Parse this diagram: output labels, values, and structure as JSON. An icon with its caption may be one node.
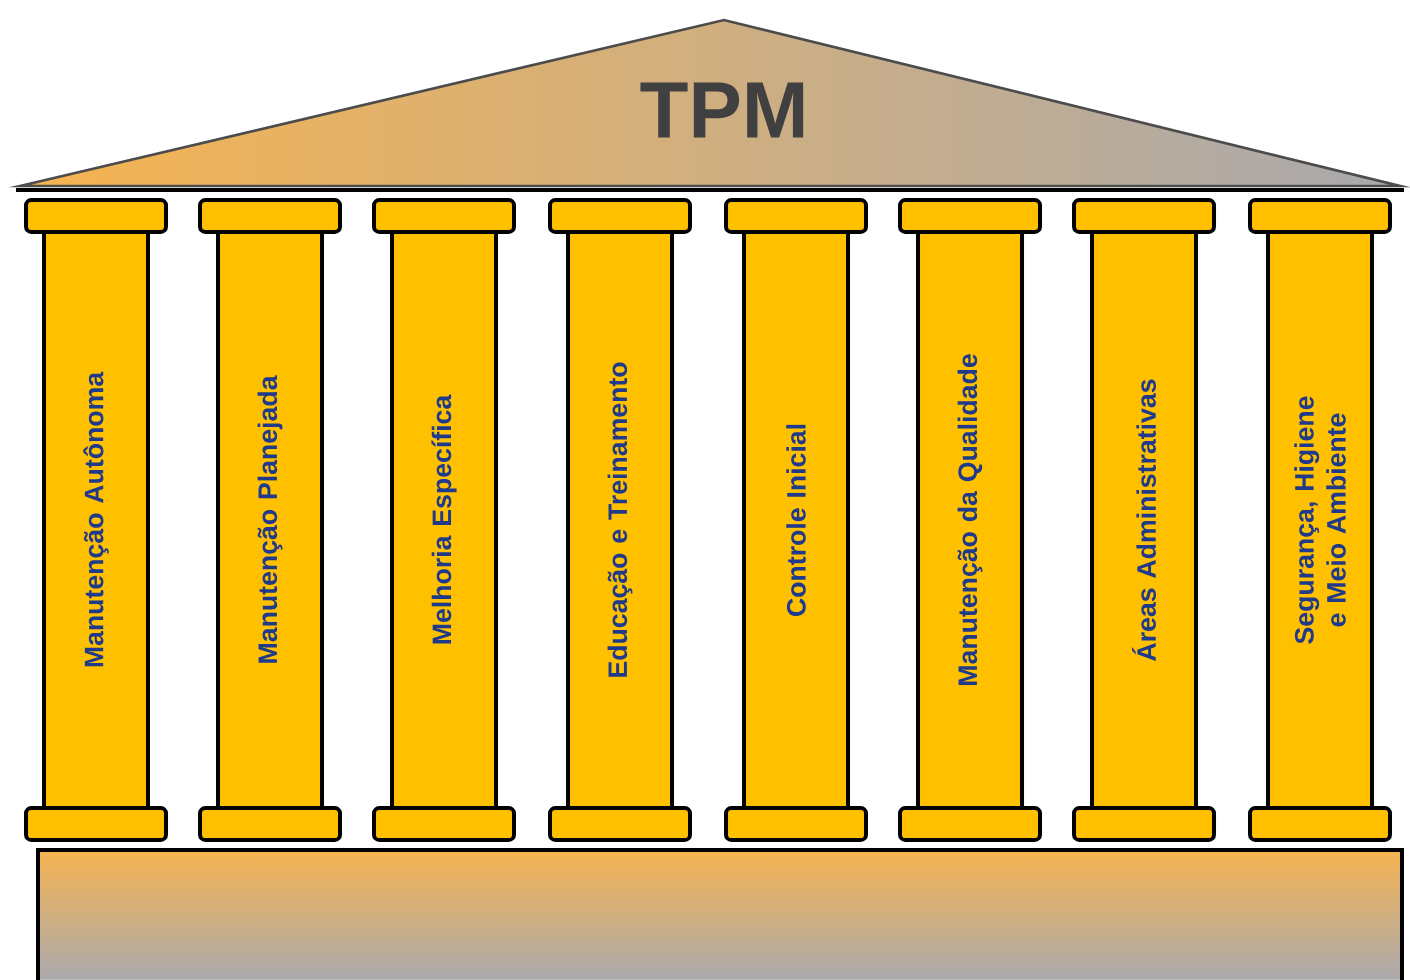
{
  "diagram": {
    "nodes": [
      {
        "text": [
          "TPM"
        ]
      },
      {
        "text": [
          "Manutenção Autônoma"
        ]
      },
      {
        "text": [
          "Manutenção Planejada"
        ]
      },
      {
        "text": [
          "Melhoria  Específica"
        ]
      },
      {
        "text": [
          "Educação e Treinamento"
        ]
      },
      {
        "text": [
          "Controle Inicial"
        ]
      },
      {
        "text": [
          "Manutenção da Qualidade"
        ]
      },
      {
        "text": [
          "Áreas Administrativas"
        ]
      },
      {
        "text": [
          "Segurança, Higiene e Meio Ambiente"
        ]
      },
      {
        "text": [],
        "shape": "box"
      }
    ]
  }
}
